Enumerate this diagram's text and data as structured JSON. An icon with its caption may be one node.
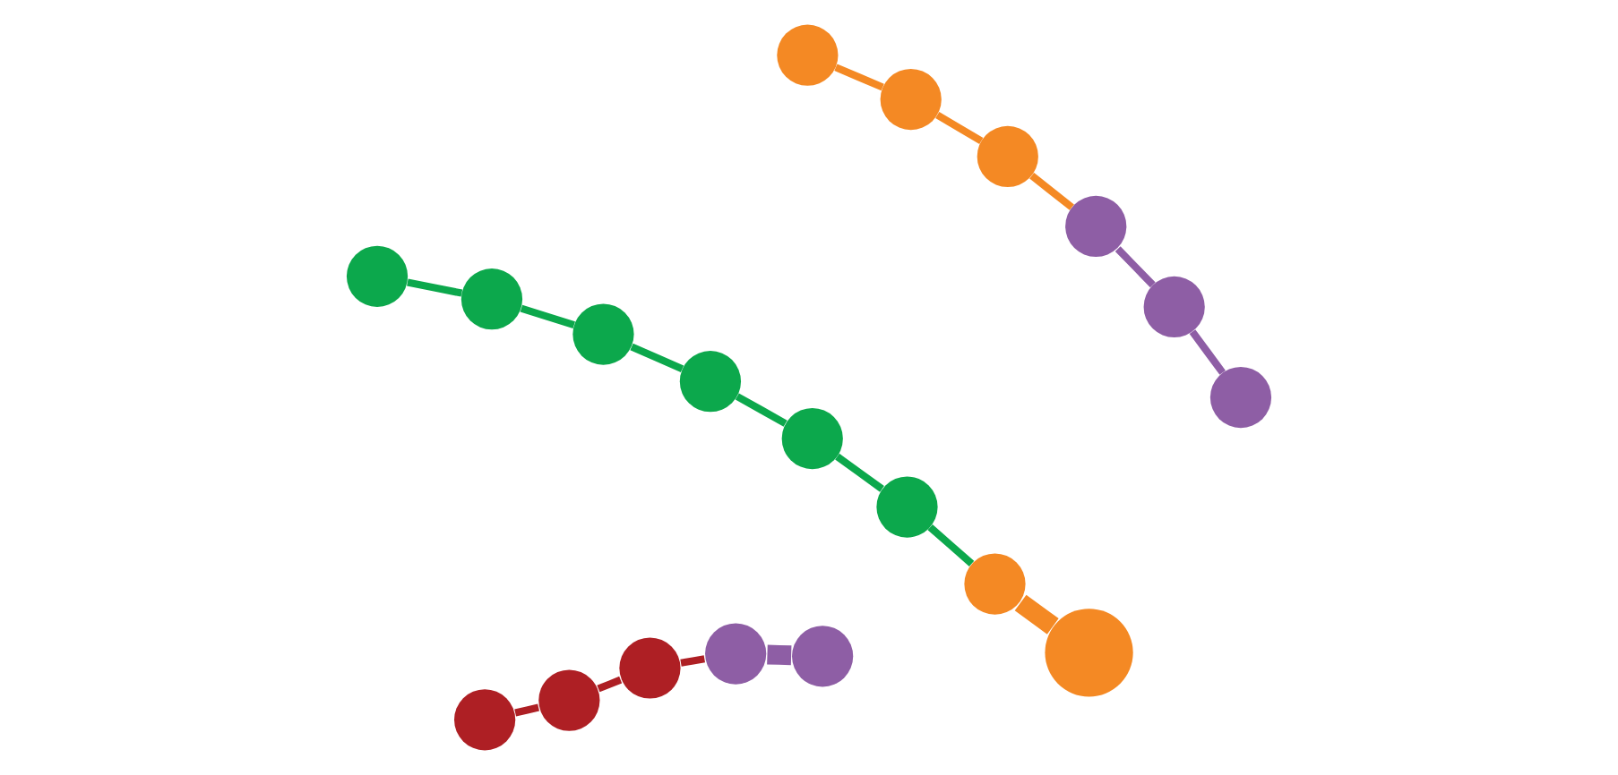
{
  "diagram": {
    "nodes": [
      {
        "text": [],
        "shape": "circle"
      },
      {
        "text": [],
        "shape": "circle"
      },
      {
        "text": [],
        "shape": "circle"
      },
      {
        "text": [],
        "shape": "circle"
      },
      {
        "text": [],
        "shape": "circle"
      },
      {
        "text": [],
        "shape": "circle"
      },
      {
        "text": [],
        "shape": "circle"
      },
      {
        "text": [],
        "shape": "circle"
      },
      {
        "text": [],
        "shape": "circle"
      },
      {
        "text": [],
        "shape": "circle"
      },
      {
        "text": [],
        "shape": "circle"
      },
      {
        "text": [],
        "shape": "circle"
      },
      {
        "text": [],
        "shape": "circle"
      },
      {
        "text": [],
        "shape": "circle"
      },
      {
        "text": [],
        "shape": "circle"
      },
      {
        "text": [],
        "shape": "circle"
      },
      {
        "text": [],
        "shape": "circle"
      },
      {
        "text": [],
        "shape": "circle"
      },
      {
        "text": [],
        "shape": "circle"
      }
    ],
    "edges": [
      {
        "from": 0,
        "to": 1,
        "arrow": "none"
      },
      {
        "from": 0,
        "to": 4,
        "arrow": "none"
      },
      {
        "from": 1,
        "to": 5,
        "arrow": "none"
      },
      {
        "from": 5,
        "to": 2,
        "arrow": "none"
      },
      {
        "from": 4,
        "to": 10,
        "arrow": "none"
      },
      {
        "from": 10,
        "to": 11,
        "arrow": "none"
      },
      {
        "from": 3,
        "to": 7,
        "arrow": "none",
        "color": "#f48924"
      },
      {
        "from": 7,
        "to": 13,
        "arrow": "none",
        "color": "#f48924"
      },
      {
        "from": 13,
        "to": 18,
        "arrow": "none",
        "color": "#f48924"
      },
      {
        "from": 6,
        "to": 12,
        "arrow": "none",
        "color": "#ae1f24"
      },
      {
        "from": 12,
        "to": 14,
        "arrow": "none",
        "color": "#ae1f24"
      },
      {
        "from": 14,
        "to": 17,
        "arrow": "none",
        "color": "#ae1f24"
      },
      {
        "from": 9,
        "to": 15,
        "arrow": "none",
        "color": "#8e5ea5"
      },
      {
        "from": 15,
        "to": 18,
        "arrow": "none",
        "color": "#8e5ea5"
      },
      {
        "from": 8,
        "to": 17,
        "arrow": "none",
        "style": "thick",
        "color": "#8e5ea5"
      },
      {
        "from": 16,
        "to": 2,
        "arrow": "none",
        "style": "thick",
        "color": "#f48924"
      }
    ]
  }
}
